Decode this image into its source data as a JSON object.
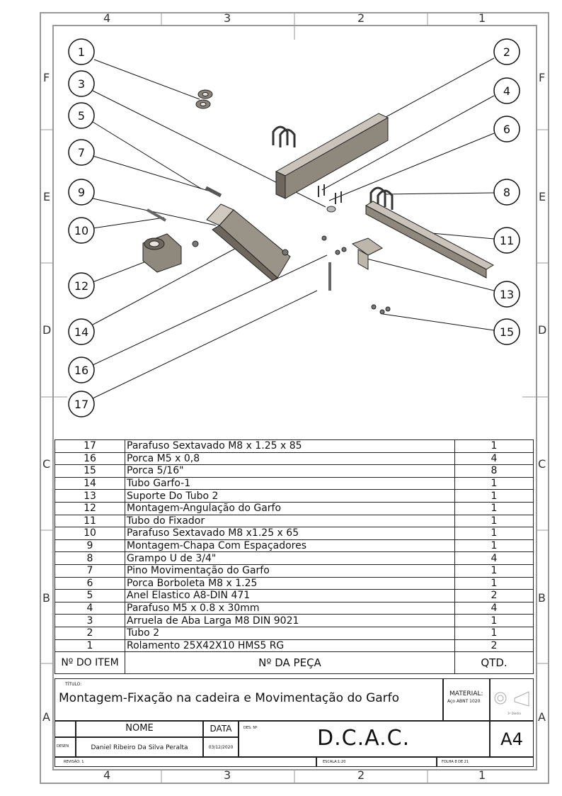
{
  "sheet": {
    "zones_top": [
      "4",
      "3",
      "2",
      "1"
    ],
    "zones_bottom": [
      "4",
      "3",
      "2",
      "1"
    ],
    "zones_side": [
      "F",
      "E",
      "D",
      "C",
      "B",
      "A"
    ]
  },
  "balloons": [
    "1",
    "2",
    "3",
    "4",
    "5",
    "6",
    "7",
    "8",
    "9",
    "10",
    "11",
    "12",
    "13",
    "14",
    "15",
    "16",
    "17"
  ],
  "bom": {
    "rows": [
      {
        "item": "17",
        "desc": "Parafuso Sextavado M8 x 1.25 x 85",
        "qty": "1"
      },
      {
        "item": "16",
        "desc": "Porca M5 x 0,8",
        "qty": "4"
      },
      {
        "item": "15",
        "desc": "Porca 5/16\"",
        "qty": "8"
      },
      {
        "item": "14",
        "desc": "Tubo Garfo-1",
        "qty": "1"
      },
      {
        "item": "13",
        "desc": "Suporte Do Tubo 2",
        "qty": "1"
      },
      {
        "item": "12",
        "desc": "Montagem-Angulação do Garfo",
        "qty": "1"
      },
      {
        "item": "11",
        "desc": "Tubo do Fixador",
        "qty": "1"
      },
      {
        "item": "10",
        "desc": "Parafuso Sextavado M8 x1.25 x 65",
        "qty": "1"
      },
      {
        "item": "9",
        "desc": "Montagem-Chapa Com Espaçadores",
        "qty": "1"
      },
      {
        "item": "8",
        "desc": "Grampo U de 3/4\"",
        "qty": "4"
      },
      {
        "item": "7",
        "desc": "Pino Movimentação do Garfo",
        "qty": "1"
      },
      {
        "item": "6",
        "desc": "Porca Borboleta M8 x 1.25",
        "qty": "1"
      },
      {
        "item": "5",
        "desc": "Anel Elastico A8-DIN 471",
        "qty": "2"
      },
      {
        "item": "4",
        "desc": "Parafuso M5 x 0.8 x 30mm",
        "qty": "4"
      },
      {
        "item": "3",
        "desc": "Arruela de Aba Larga M8 DIN 9021",
        "qty": "1"
      },
      {
        "item": "2",
        "desc": "Tubo 2",
        "qty": "1"
      },
      {
        "item": "1",
        "desc": "Rolamento 25X42X10 HMS5 RG",
        "qty": "2"
      }
    ],
    "header": {
      "item": "Nº DO ITEM",
      "desc": "Nº DA PEÇA",
      "qty": "QTD."
    }
  },
  "title_block": {
    "titulo_label": "TÍTULO:",
    "title": "Montagem-Fixação na cadeira e Movimentação do Garfo",
    "material_label": "MATERIAL:",
    "material_value": "Aço ABNT 1020",
    "projection_label": "1º Diedro",
    "nome_label": "NOME",
    "data_label": "DATA",
    "desen_label": "DESEN",
    "des_no_label": "DES. Nº",
    "designer": "Daniel Ribeiro Da Silva Peralta",
    "date": "03/12/2020",
    "company": "D.C.A.C.",
    "sheet_size": "A4",
    "revision": "REVISÃO: 1",
    "scale": "ESCALA:1:20",
    "sheet": "FOLHA 8 DE 21"
  }
}
